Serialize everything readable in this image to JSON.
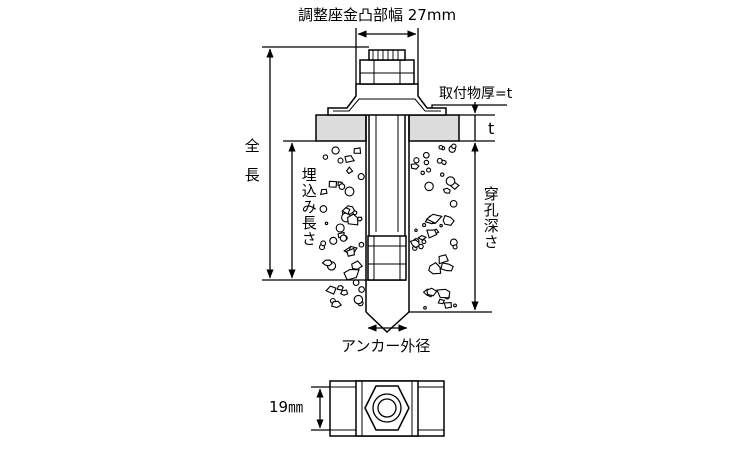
{
  "labels": {
    "flange_width": "調整座金凸部幅 27mm",
    "fixture_thickness": "取付物厚=t",
    "t_symbol": "t",
    "total_length": "全長",
    "embed_length": "埋込み長さ",
    "hole_depth": "穿孔深さ",
    "anchor_diameter": "アンカー外径",
    "width_19": "19㎜"
  },
  "colors": {
    "line": "#000000",
    "fixture_fill": "#dcdcdc",
    "background": "#ffffff"
  }
}
